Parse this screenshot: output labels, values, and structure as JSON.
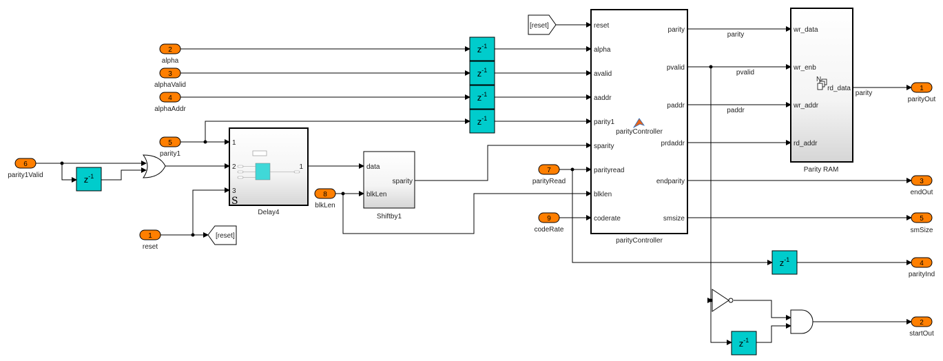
{
  "inports": [
    {
      "num": "2",
      "name": "alpha"
    },
    {
      "num": "3",
      "name": "alphaValid"
    },
    {
      "num": "4",
      "name": "alphaAddr"
    },
    {
      "num": "5",
      "name": "parity1"
    },
    {
      "num": "6",
      "name": "parity1Valid"
    },
    {
      "num": "1",
      "name": "reset"
    },
    {
      "num": "8",
      "name": "blkLen"
    },
    {
      "num": "7",
      "name": "parityRead"
    },
    {
      "num": "9",
      "name": "codeRate"
    }
  ],
  "outports": [
    {
      "num": "1",
      "name": "parityOut"
    },
    {
      "num": "3",
      "name": "endOut"
    },
    {
      "num": "5",
      "name": "smSize"
    },
    {
      "num": "4",
      "name": "parityInd"
    },
    {
      "num": "2",
      "name": "startOut"
    }
  ],
  "unit_delay": {
    "base": "z",
    "exp": "-1"
  },
  "delay4": {
    "name": "Delay4",
    "ports_in": [
      "1",
      "2",
      "3"
    ],
    "port_out": "1",
    "glyph": "S"
  },
  "shiftby1": {
    "name": "Shiftby1",
    "ports_in": [
      "data",
      "blkLen"
    ],
    "port_out": "sparity"
  },
  "goto_reset": "[reset]",
  "from_reset": "[reset]",
  "controller": {
    "name": "parityController",
    "inner_label": "parityController",
    "inputs": [
      "reset",
      "alpha",
      "avalid",
      "aaddr",
      "parity1",
      "sparity",
      "parityread",
      "blklen",
      "coderate"
    ],
    "outputs": [
      "parity",
      "pvalid",
      "paddr",
      "prdaddr",
      "endparity",
      "smsize"
    ]
  },
  "ram": {
    "name": "Parity RAM",
    "inputs": [
      "wr_data",
      "wr_enb",
      "wr_addr",
      "rd_addr"
    ],
    "output": "rd_data",
    "glyph": "N"
  },
  "signal_labels": {
    "parity": "parity",
    "pvalid": "pvalid",
    "paddr": "paddr",
    "rd_parity": "parity"
  },
  "colors": {
    "port": "#ff7f00",
    "unit_delay": "#00cccc"
  }
}
